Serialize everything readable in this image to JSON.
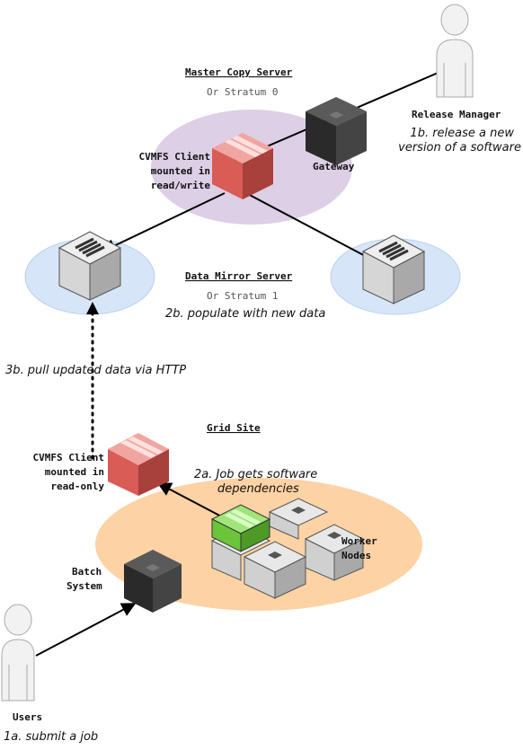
{
  "master": {
    "title": "Master Copy Server",
    "subtitle": "Or Stratum 0",
    "client_lines": [
      "CVMFS Client",
      "mounted in",
      "read/write"
    ],
    "gateway": "Gateway"
  },
  "release_manager": {
    "label": "Release Manager",
    "step": [
      "1b. release a new",
      "version of a software"
    ]
  },
  "mirror": {
    "title": "Data Mirror Server",
    "subtitle": "Or Stratum 1",
    "step": "2b. populate with new data"
  },
  "pull_step": "3b. pull updated data via HTTP",
  "grid": {
    "title": "Grid Site",
    "client_lines": [
      "CVMFS Client",
      "mounted in",
      "read-only"
    ],
    "step": [
      "2a. Job gets software",
      "dependencies"
    ],
    "worker_lines": [
      "Worker",
      "Nodes"
    ],
    "batch_lines": [
      "Batch",
      "System"
    ]
  },
  "users": {
    "label": "Users",
    "step": "1a. submit a job"
  },
  "colors": {
    "master_region": "#ddcfe6",
    "mirror_region": "#d6e6f8",
    "grid_region": "#fdd2a4",
    "client_box": "#d95c56",
    "worker_active": "#6cc43a",
    "dark_box": "#3a3a3a"
  }
}
